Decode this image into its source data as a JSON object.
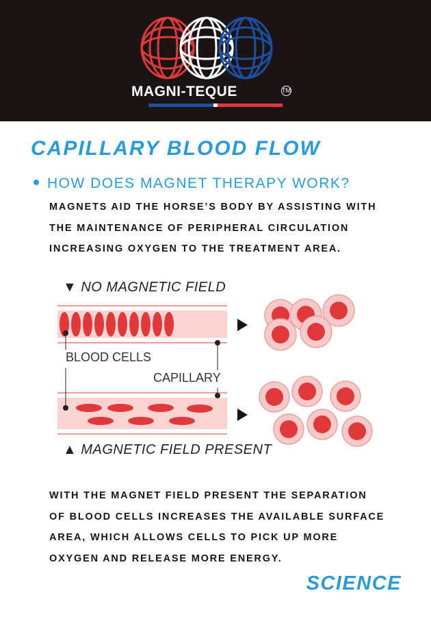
{
  "header": {
    "brand_name": "MAGNI-TEQUE",
    "trademark": "TM",
    "colors": {
      "red": "#e0393b",
      "white": "#ffffff",
      "blue": "#1d4fa0",
      "background": "#1a1414"
    }
  },
  "title": "CAPILLARY BLOOD FLOW",
  "question": "HOW DOES MAGNET THERAPY WORK?",
  "intro_lines": [
    "MAGNETS AID THE HORSE’S BODY BY ASSISTING WITH",
    "THE MAINTENANCE OF PERIPHERAL CIRCULATION",
    "INCREASING OXYGEN TO THE TREATMENT AREA."
  ],
  "diagram": {
    "no_field_label": "NO MAGNETIC FIELD",
    "field_label": "MAGNETIC FIELD PRESENT",
    "blood_cells_label": "BLOOD CELLS",
    "capillary_label": "CAPILLARY",
    "arrow_down": "▼",
    "arrow_up": "▲"
  },
  "conclusion_lines": [
    "WITH THE MAGNET FIELD PRESENT THE SEPARATION",
    "OF BLOOD CELLS INCREASES THE AVAILABLE SURFACE",
    "AREA, WHICH ALLOWS CELLS TO PICK UP MORE",
    "OXYGEN AND RELEASE MORE ENERGY."
  ],
  "footer_tag": "SCIENCE",
  "accent_color": "#2a9bd6"
}
